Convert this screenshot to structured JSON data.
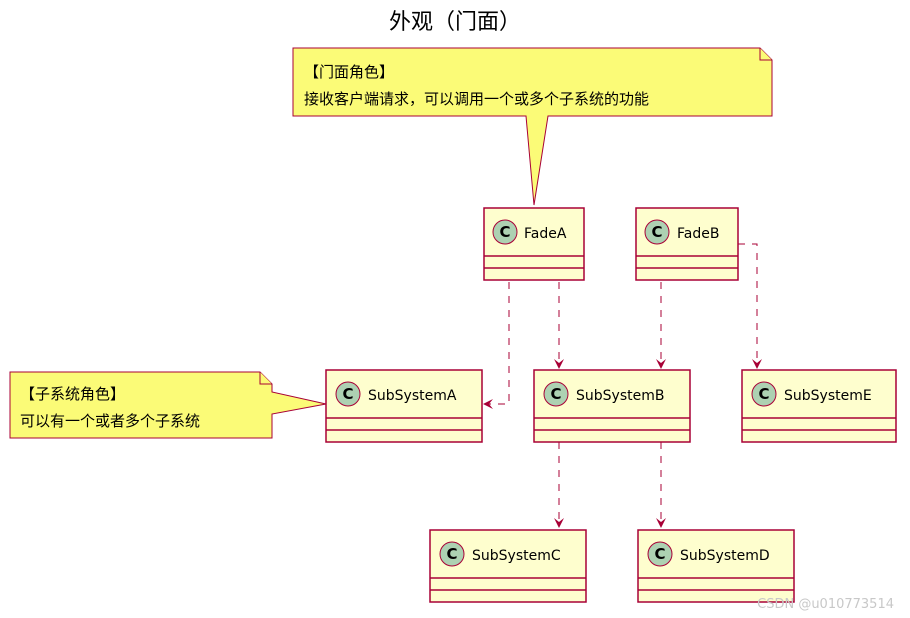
{
  "title": "外观（门面）",
  "notes": {
    "facade": {
      "line1": "【门面角色】",
      "line2": "接收客户端请求，可以调用一个或多个子系统的功能"
    },
    "subsystem": {
      "line1": "【子系统角色】",
      "line2": "可以有一个或者多个子系统"
    }
  },
  "classes": {
    "fadeA": {
      "stereotype": "C",
      "name": "FadeA"
    },
    "fadeB": {
      "stereotype": "C",
      "name": "FadeB"
    },
    "subA": {
      "stereotype": "C",
      "name": "SubSystemA"
    },
    "subB": {
      "stereotype": "C",
      "name": "SubSystemB"
    },
    "subE": {
      "stereotype": "C",
      "name": "SubSystemE"
    },
    "subC": {
      "stereotype": "C",
      "name": "SubSystemC"
    },
    "subD": {
      "stereotype": "C",
      "name": "SubSystemD"
    }
  },
  "watermark": "CSDN @u010773514",
  "colors": {
    "border": "#A80036",
    "class_fill": "#FEFECE",
    "note_fill": "#FBFB77",
    "stereotype_circle": "#ADD1B2"
  }
}
